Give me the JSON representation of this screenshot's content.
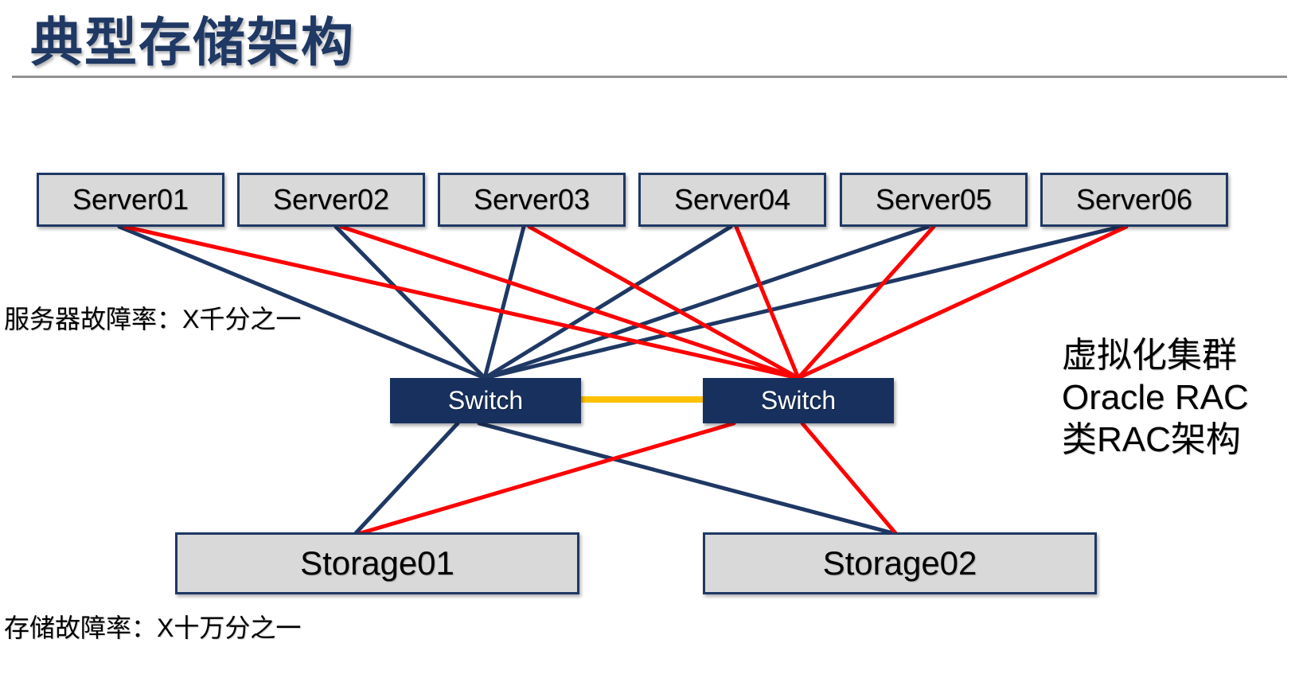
{
  "slide": {
    "title": "典型存储架构",
    "notes": {
      "server_failure": "服务器故障率：X千分之一",
      "storage_failure": "存储故障率：X十万分之一",
      "cluster": [
        "虚拟化集群",
        "Oracle RAC",
        "类RAC架构"
      ]
    }
  },
  "diagram": {
    "servers": [
      {
        "id": "server1",
        "label": "Server01"
      },
      {
        "id": "server2",
        "label": "Server02"
      },
      {
        "id": "server3",
        "label": "Server03"
      },
      {
        "id": "server4",
        "label": "Server04"
      },
      {
        "id": "server5",
        "label": "Server05"
      },
      {
        "id": "server6",
        "label": "Server06"
      }
    ],
    "switches": [
      {
        "id": "switch-left",
        "label": "Switch"
      },
      {
        "id": "switch-right",
        "label": "Switch"
      }
    ],
    "storages": [
      {
        "id": "storage1",
        "label": "Storage01"
      },
      {
        "id": "storage2",
        "label": "Storage02"
      }
    ],
    "links": [
      {
        "from": "server1",
        "to": "switch-left",
        "color": "navy"
      },
      {
        "from": "server2",
        "to": "switch-left",
        "color": "navy"
      },
      {
        "from": "server3",
        "to": "switch-left",
        "color": "navy"
      },
      {
        "from": "server4",
        "to": "switch-left",
        "color": "navy"
      },
      {
        "from": "server5",
        "to": "switch-left",
        "color": "navy"
      },
      {
        "from": "server6",
        "to": "switch-left",
        "color": "navy"
      },
      {
        "from": "server1",
        "to": "switch-right",
        "color": "red"
      },
      {
        "from": "server2",
        "to": "switch-right",
        "color": "red"
      },
      {
        "from": "server3",
        "to": "switch-right",
        "color": "red"
      },
      {
        "from": "server4",
        "to": "switch-right",
        "color": "red"
      },
      {
        "from": "server5",
        "to": "switch-right",
        "color": "red"
      },
      {
        "from": "server6",
        "to": "switch-right",
        "color": "red"
      },
      {
        "from": "switch-left",
        "to": "storage1",
        "color": "navy"
      },
      {
        "from": "switch-left",
        "to": "storage2",
        "color": "navy"
      },
      {
        "from": "switch-right",
        "to": "storage1",
        "color": "red"
      },
      {
        "from": "switch-right",
        "to": "storage2",
        "color": "red"
      },
      {
        "from": "switch-left",
        "to": "switch-right",
        "color": "gold"
      }
    ],
    "colors": {
      "navy": "#1f3864",
      "red": "#ff0000",
      "gold": "#ffc000",
      "box_fill": "#d9d9d9",
      "switch_fill": "#17305e",
      "title": "#1f3864",
      "rule": "#919191"
    }
  }
}
